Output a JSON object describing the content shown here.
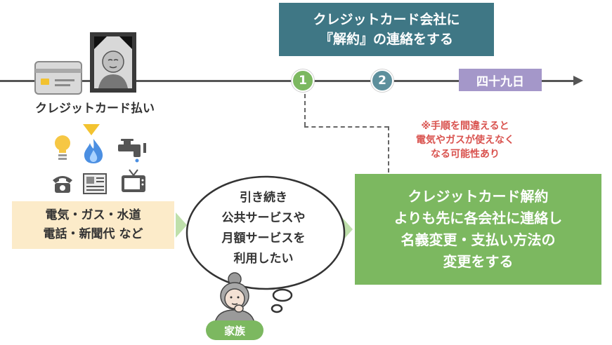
{
  "timeline": {
    "step1": "1",
    "step2": "2",
    "period": "四十九日"
  },
  "top_box": {
    "line1": "クレジットカード会社に",
    "line2": "『解約』の連絡をする"
  },
  "card_label": "クレジットカード払い",
  "utilities": {
    "line1": "電気・ガス・水道",
    "line2": "電話・新聞代 など"
  },
  "speech": {
    "lines": [
      "引き続き",
      "公共サービスや",
      "月額サービスを",
      "利用したい"
    ]
  },
  "family_label": "家族",
  "warning": {
    "lines": [
      "※手順を間違えると",
      "電気やガスが使えなく",
      "なる可能性あり"
    ]
  },
  "green_box": {
    "lines": [
      "クレジットカード解約",
      "よりも先に各会社に連絡し",
      "名義変更・支払い方法の",
      "変更をする"
    ]
  },
  "colors": {
    "teal": "#3f7785",
    "green": "#7cb860",
    "lavender": "#a497c9",
    "warning_red": "#d9534f",
    "cream": "#fcebc9",
    "step1": "#7cb860",
    "step2": "#5d8f9c"
  },
  "icons": [
    "credit-card-icon",
    "memorial-portrait-icon",
    "light-bulb-icon",
    "gas-flame-icon",
    "water-faucet-icon",
    "telephone-icon",
    "newspaper-icon",
    "television-icon",
    "elderly-woman-icon"
  ]
}
